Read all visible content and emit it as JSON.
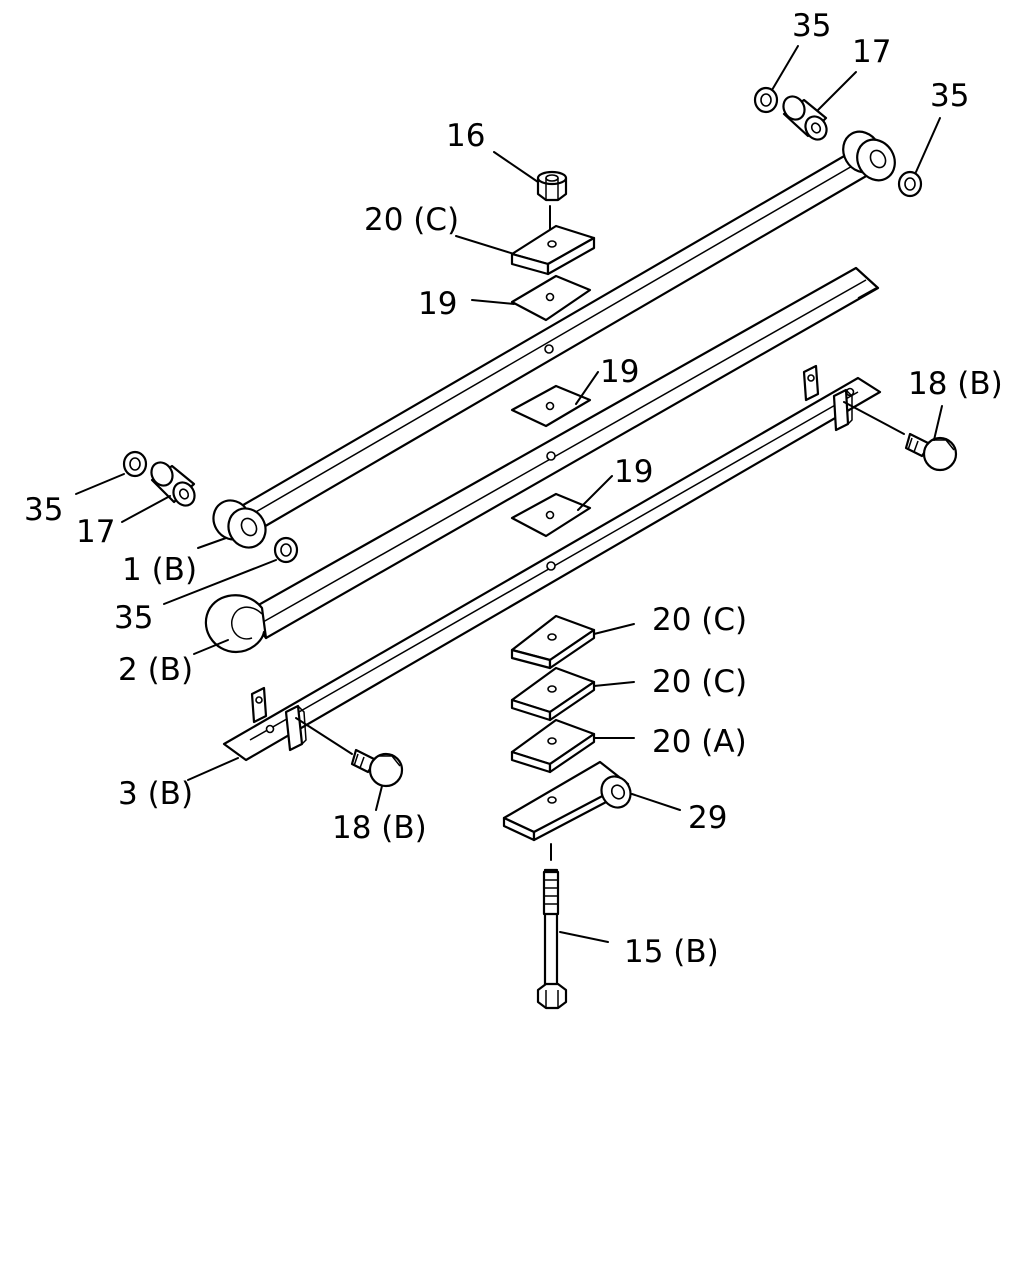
{
  "diagram": {
    "callouts": [
      {
        "id": "c-35-top-left",
        "text": "35"
      },
      {
        "id": "c-17-top",
        "text": "17"
      },
      {
        "id": "c-35-top-right",
        "text": "35"
      },
      {
        "id": "c-16",
        "text": "16"
      },
      {
        "id": "c-20c-top",
        "text": "20 (C)"
      },
      {
        "id": "c-19-top",
        "text": "19"
      },
      {
        "id": "c-19-mid",
        "text": "19"
      },
      {
        "id": "c-18b-right",
        "text": "18 (B)"
      },
      {
        "id": "c-19-low",
        "text": "19"
      },
      {
        "id": "c-35-left",
        "text": "35"
      },
      {
        "id": "c-17-left",
        "text": "17"
      },
      {
        "id": "c-1b",
        "text": "1 (B)"
      },
      {
        "id": "c-35-left-low",
        "text": "35"
      },
      {
        "id": "c-2b",
        "text": "2 (B)"
      },
      {
        "id": "c-20c-a",
        "text": "20 (C)"
      },
      {
        "id": "c-20c-b",
        "text": "20 (C)"
      },
      {
        "id": "c-20a",
        "text": "20 (A)"
      },
      {
        "id": "c-3b",
        "text": "3 (B)"
      },
      {
        "id": "c-29",
        "text": "29"
      },
      {
        "id": "c-18b-left",
        "text": "18 (B)"
      },
      {
        "id": "c-15b",
        "text": "15 (B)"
      }
    ]
  }
}
